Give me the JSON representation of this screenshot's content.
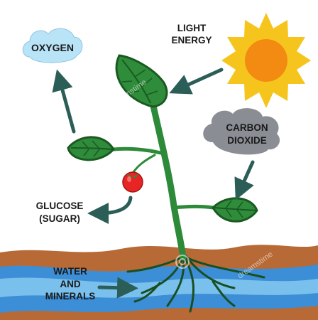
{
  "labels": {
    "oxygen": "OXYGEN",
    "light_energy_line1": "LIGHT",
    "light_energy_line2": "ENERGY",
    "carbon_dioxide_line1": "CARBON",
    "carbon_dioxide_line2": "DIOXIDE",
    "glucose_line1": "GLUCOSE",
    "glucose_line2": "(SUGAR)",
    "water_line1": "WATER",
    "water_line2": "AND",
    "water_line3": "MINERALS"
  },
  "watermark": "dreamstime",
  "colors": {
    "cloud_light": "#b9e4f7",
    "cloud_dark": "#8a8e94",
    "sun_rays": "#f6c51d",
    "sun_core": "#f38a12",
    "leaf": "#2f8c3a",
    "leaf_vein": "#1a5a22",
    "stem": "#2c8a38",
    "tomato": "#e82424",
    "arrow": "#2c5e58",
    "soil": "#b76a36",
    "water": "#3c8ed6",
    "water_light": "#8fd0f4",
    "root": "#184f22"
  }
}
